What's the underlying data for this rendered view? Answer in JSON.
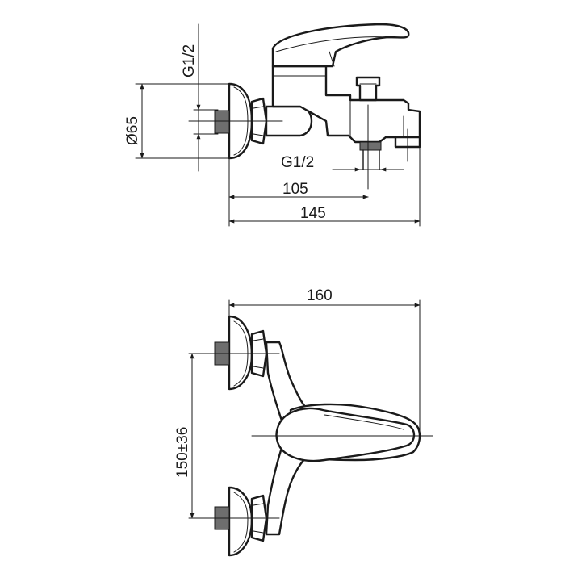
{
  "top_view": {
    "thread_left": "G1/2",
    "diameter": "Ø65",
    "thread_bottom": "G1/2",
    "dim_105": "105",
    "dim_145": "145"
  },
  "bottom_view": {
    "dim_160": "160",
    "dim_spacing": "150±36"
  }
}
